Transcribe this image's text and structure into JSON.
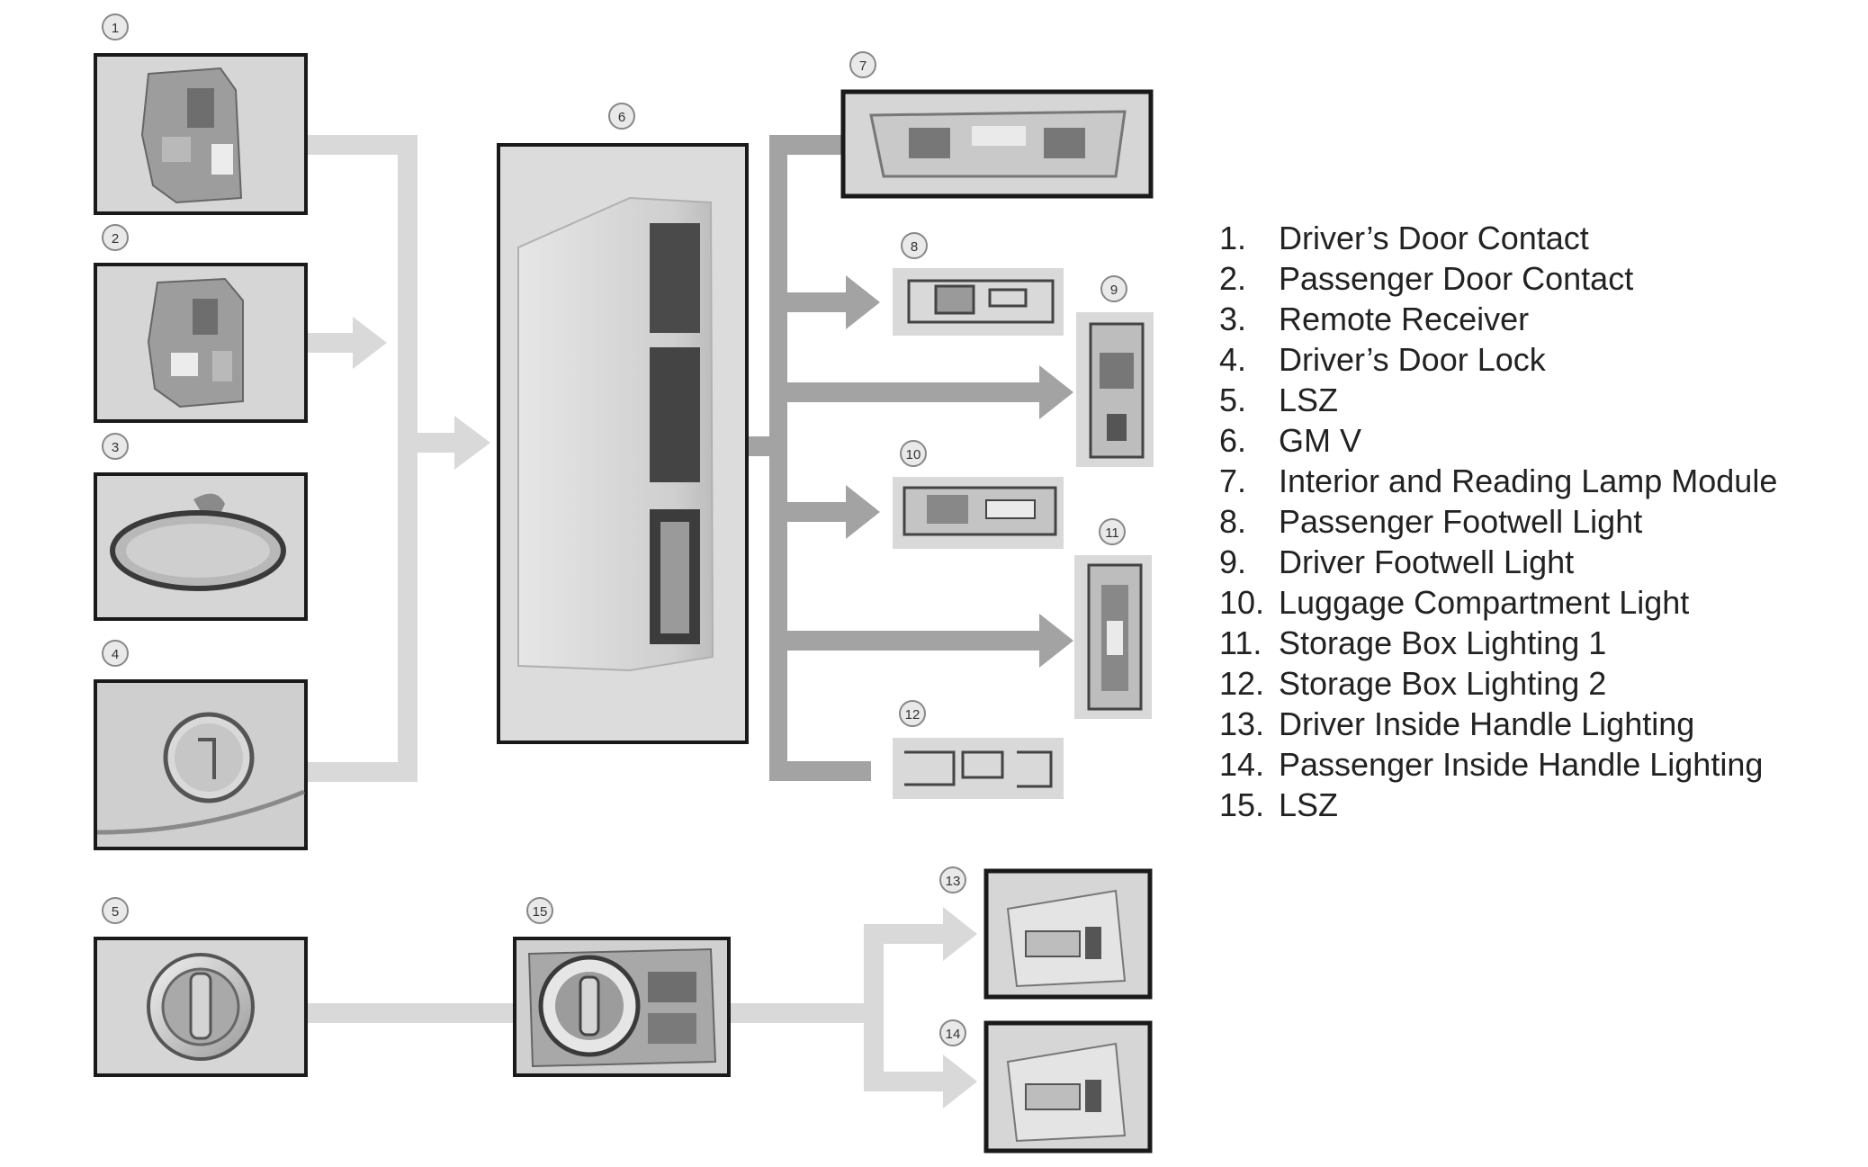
{
  "components": [
    {
      "number": "1",
      "name": "Driver’s Door Contact"
    },
    {
      "number": "2",
      "name": "Passenger Door Contact"
    },
    {
      "number": "3",
      "name": "Remote Receiver"
    },
    {
      "number": "4",
      "name": "Driver’s Door Lock"
    },
    {
      "number": "5",
      "name": "LSZ"
    },
    {
      "number": "6",
      "name": "GM V"
    },
    {
      "number": "7",
      "name": "Interior and Reading Lamp Module"
    },
    {
      "number": "8",
      "name": "Passenger Footwell Light"
    },
    {
      "number": "9",
      "name": "Driver Footwell Light"
    },
    {
      "number": "10",
      "name": "Luggage Compartment Light"
    },
    {
      "number": "11",
      "name": "Storage Box Lighting 1"
    },
    {
      "number": "12",
      "name": "Storage Box Lighting 2"
    },
    {
      "number": "13",
      "name": "Driver Inside Handle Lighting"
    },
    {
      "number": "14",
      "name": "Passenger Inside Handle Lighting"
    },
    {
      "number": "15",
      "name": "LSZ"
    }
  ],
  "legend": [
    {
      "num": "1.",
      "label": "Driver’s Door Contact"
    },
    {
      "num": "2.",
      "label": "Passenger Door Contact"
    },
    {
      "num": "3.",
      "label": "Remote Receiver"
    },
    {
      "num": "4.",
      "label": "Driver’s Door Lock"
    },
    {
      "num": "5.",
      "label": "LSZ"
    },
    {
      "num": "6.",
      "label": "GM V"
    },
    {
      "num": "7.",
      "label": "Interior and Reading Lamp Module"
    },
    {
      "num": "8.",
      "label": "Passenger Footwell Light"
    },
    {
      "num": "9.",
      "label": "Driver Footwell Light"
    },
    {
      "num": "10.",
      "label": "Luggage Compartment Light"
    },
    {
      "num": "11.",
      "label": "Storage Box Lighting 1"
    },
    {
      "num": "12.",
      "label": "Storage Box Lighting 2"
    },
    {
      "num": "13.",
      "label": "Driver Inside Handle Lighting"
    },
    {
      "num": "14.",
      "label": "Passenger Inside Handle Lighting"
    },
    {
      "num": "15.",
      "label": "LSZ"
    }
  ],
  "colors": {
    "input_arrow": "#d9d9d9",
    "output_arrow": "#a3a3a3",
    "box_border": "#1a1a1a",
    "photo_bg": "#d6d6d6",
    "text": "#222222"
  }
}
